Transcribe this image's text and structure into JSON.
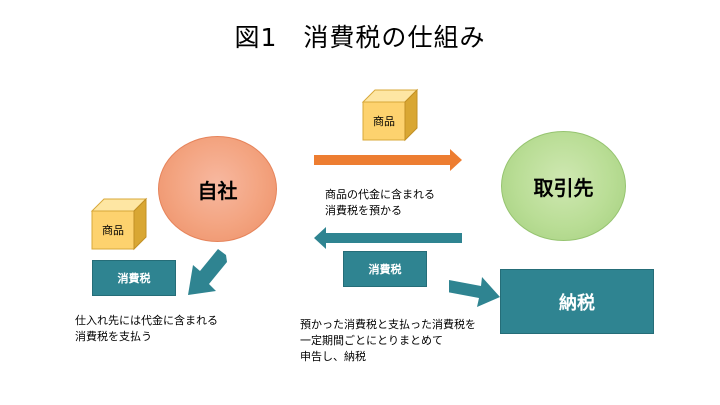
{
  "title": "図1　消費税の仕組み",
  "nodes": {
    "jisha": "自社",
    "torihikisaki": "取引先",
    "nozei": "納税"
  },
  "goods": {
    "top": "商品",
    "left": "商品"
  },
  "tax_boxes": {
    "left": "消費税",
    "middle": "消費税"
  },
  "texts": {
    "middle": [
      "商品の代金に含まれる",
      "消費税を預かる"
    ],
    "left": [
      "仕入れ先には代金に含まれる",
      "消費税を支払う"
    ],
    "bottom": [
      "預かった消費税と支払った消費税を",
      "一定期間ごとにとりまとめて",
      "申告し、納税"
    ]
  },
  "colors": {
    "orange_arrow": "#ed7d31",
    "teal": "#2f8491",
    "cube_face": "#fdd26e",
    "jisha_circle": "#f3a37f",
    "torihiki_circle": "#b9dd95"
  }
}
